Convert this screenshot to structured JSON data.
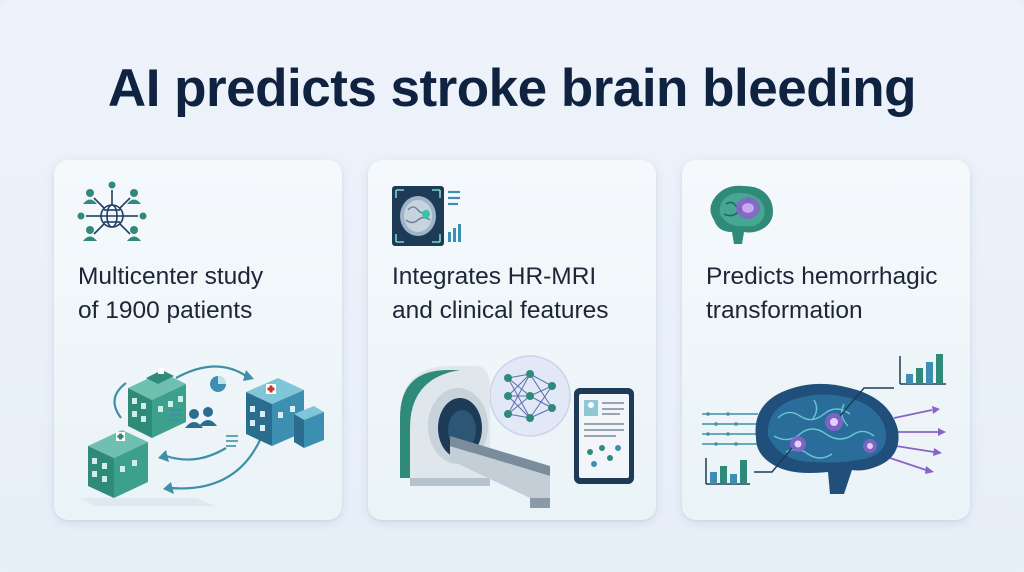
{
  "title": "AI predicts stroke brain bleeding",
  "cards": [
    {
      "icon": "network-people-icon",
      "lines": [
        "Multicenter study",
        "of 1900 patients"
      ],
      "illustration": "hospitals-network-illustration"
    },
    {
      "icon": "mri-scan-icon",
      "lines": [
        "Integrates HR-MRI",
        "and clinical features"
      ],
      "illustration": "mri-scanner-illustration"
    },
    {
      "icon": "brain-icon",
      "lines": [
        "Predicts hemorrhagic",
        "transformation"
      ],
      "illustration": "brain-prediction-illustration"
    }
  ],
  "colors": {
    "title": "#0f2340",
    "teal": "#2f8a7a",
    "navy": "#1e3f66",
    "purple": "#8a63c9"
  }
}
